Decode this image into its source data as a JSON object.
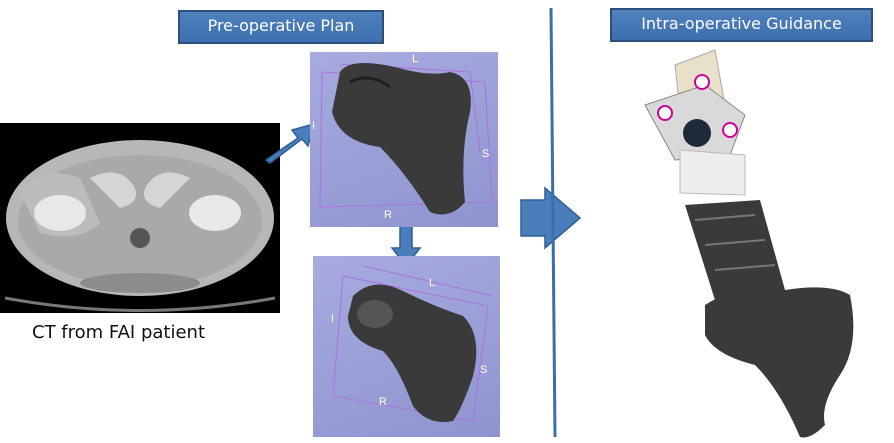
{
  "pre_op_title": "Pre-operative Plan",
  "intra_op_title": "Intra-operative Guidance",
  "ct_caption": "CT from FAI patient",
  "render_axes_top": {
    "top": "L",
    "left": "I",
    "right": "S",
    "bottom": "R"
  },
  "render_axes_bottom": {
    "top": "L",
    "left": "I",
    "right": "S",
    "bottom": "R"
  },
  "colors": {
    "arrow": "#4a7ebb",
    "divider": "#3c6ea8",
    "render_bg": "#9a9fd4",
    "box_lines": "#b070e0"
  }
}
